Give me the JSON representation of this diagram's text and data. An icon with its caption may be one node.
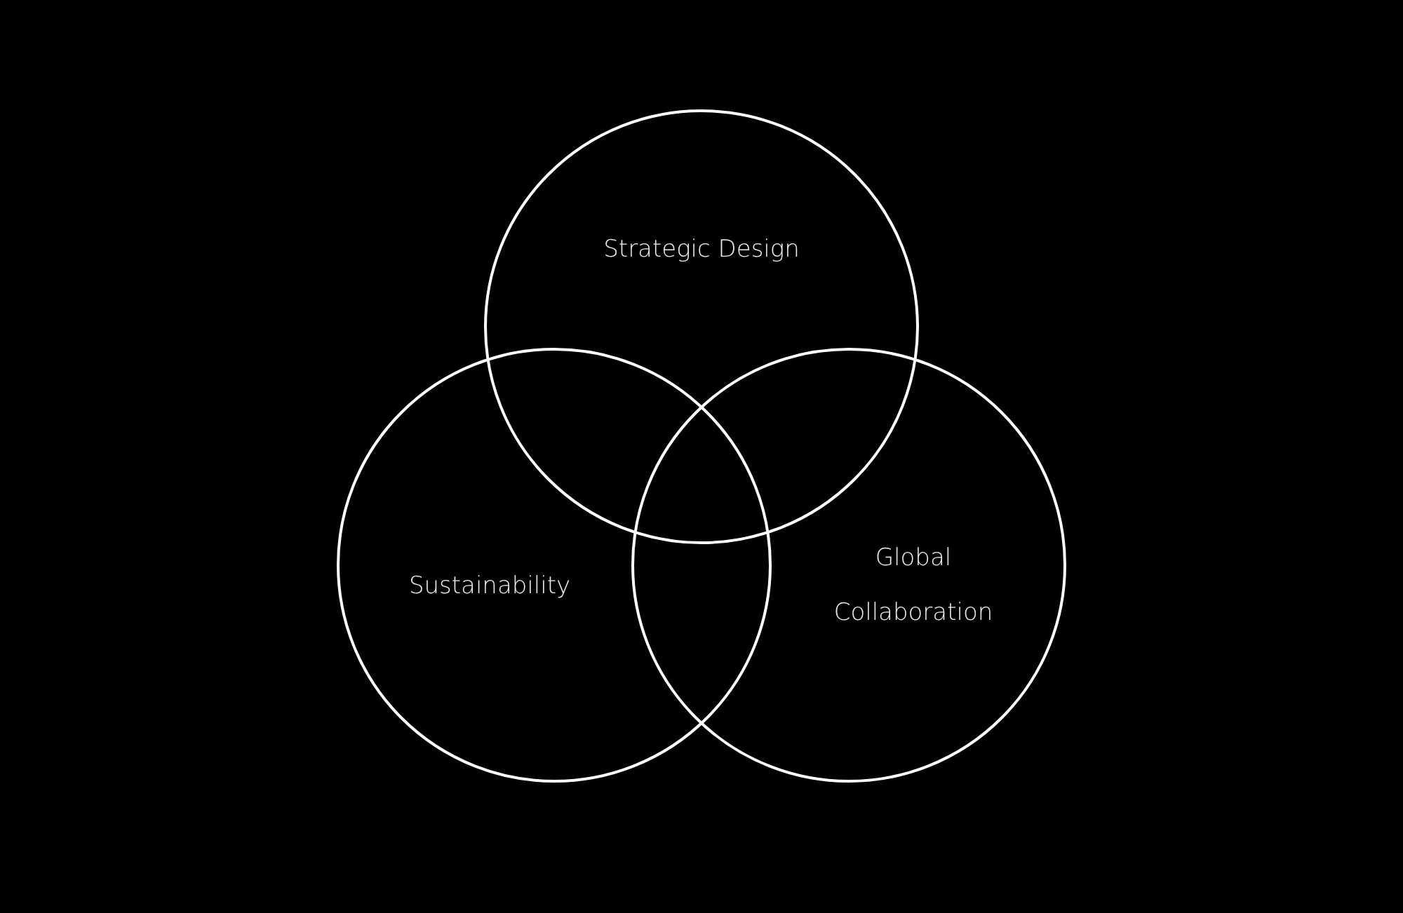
{
  "diagram": {
    "nodes": [
      {
        "text": [
          "Strategic Design"
        ]
      },
      {
        "text": [
          "Sustainability"
        ]
      },
      {
        "text": [
          "Global Collaboration"
        ]
      }
    ]
  }
}
